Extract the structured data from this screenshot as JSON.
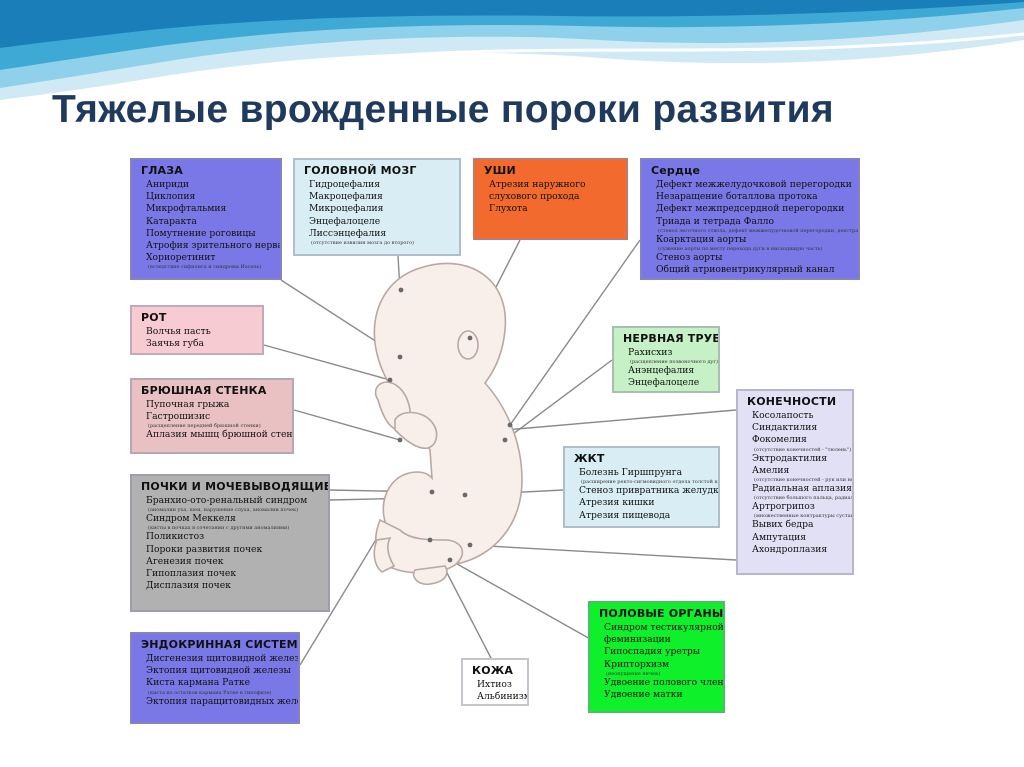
{
  "slide": {
    "title": "Тяжелые врожденные пороки развития"
  },
  "boxes": {
    "eyes": {
      "title": "ГЛАЗА",
      "items": [
        {
          "text": "Анириди"
        },
        {
          "text": "Циклопия"
        },
        {
          "text": "Микрофтальмия"
        },
        {
          "text": "Катаракта"
        },
        {
          "text": "Помутнение роговицы"
        },
        {
          "text": "Атрофия зрительного нерва"
        },
        {
          "text": "Хориоретинит",
          "note": "(вследствие сифилиса и синдрома Иасель)"
        }
      ]
    },
    "brain": {
      "title": "ГОЛОВНОЙ МОЗГ",
      "items": [
        {
          "text": "Гидроцефалия"
        },
        {
          "text": "Макроцефалия"
        },
        {
          "text": "Микроцефалия"
        },
        {
          "text": "Энцефалоцеле"
        },
        {
          "text": "Лиссэнцефалия",
          "note": "(отсутствие извилин мозга до второго)"
        }
      ]
    },
    "ears": {
      "title": "УШИ",
      "items": [
        {
          "text": "Атрезия наружного"
        },
        {
          "text": "слухового прохода"
        },
        {
          "text": "Глухота"
        }
      ]
    },
    "heart": {
      "title": "Сердце",
      "items": [
        {
          "text": "Дефект межжелудочковой перегородки"
        },
        {
          "text": "Незаращение боталлова протока"
        },
        {
          "text": "Дефект межпредсердной перегородки"
        },
        {
          "text": "Триада и тетрада Фалло",
          "note": "(стеноз легочного ствола, дефект межжелудочковой перегородки, декстрапозиция аорты, гипертрофия правого ж-ка)"
        },
        {
          "text": "Коарктация аорты",
          "note": "(сужение аорты по месту перехода дуги в нисходящую часть)"
        },
        {
          "text": "Стеноз аорты"
        },
        {
          "text": "Общий атриовентрикулярный канал"
        }
      ]
    },
    "mouth": {
      "title": "РОТ",
      "items": [
        {
          "text": "Волчья пасть"
        },
        {
          "text": "Заячья губа"
        }
      ]
    },
    "neural": {
      "title": "НЕРВНАЯ ТРУБКА",
      "items": [
        {
          "text": "Рахисхиз",
          "note": "(расщепление позвоночного дуг)"
        },
        {
          "text": "Анэнцефалия"
        },
        {
          "text": "Энцефалоцеле"
        }
      ]
    },
    "abdomen": {
      "title": "БРЮШНАЯ СТЕНКА",
      "items": [
        {
          "text": "Пупочная грыжа"
        },
        {
          "text": "Гастрошизис",
          "note": "(расщепление передней брюшной стенки)"
        },
        {
          "text": "Аплазия мышц брюшной стенки"
        }
      ]
    },
    "limbs": {
      "title": "КОНЕЧНОСТИ",
      "items": [
        {
          "text": "Косолапость"
        },
        {
          "text": "Синдактилия"
        },
        {
          "text": "Фокомелия",
          "note": "(отсутствие конечностей - \"тюлень\")"
        },
        {
          "text": "Эктродактилия"
        },
        {
          "text": "Амелия",
          "note": "(отсутствие конечностей - рук или ног)"
        },
        {
          "text": "Радиальная аплазия",
          "note": "(отсутствие большого пальца, радиальной кости)"
        },
        {
          "text": "Артрогрипоз",
          "note": "(множественные контрактуры суставов из-за поражения мышц)"
        },
        {
          "text": "Вывих бедра"
        },
        {
          "text": "Ампутация"
        },
        {
          "text": "Ахондроплазия"
        }
      ]
    },
    "gi": {
      "title": "ЖКТ",
      "items": [
        {
          "text": "Болезнь Гиршпрунга",
          "note": "(расширение ректо-сигмовидного отдела толстой кишки, отсутствие интрамуральных ганглиев, гипертрофия мышц)"
        },
        {
          "text": "Стеноз привратника желудка"
        },
        {
          "text": "Атрезия кишки"
        },
        {
          "text": "Атрезия пищевода"
        }
      ]
    },
    "kidney": {
      "title": "ПОЧКИ И МОЧЕВЫВОДЯЩИЕ ПУТИ",
      "items": [
        {
          "text": "Бранхио-ото-ренальный синдром",
          "note": "(аномалии уха, шеи, нарушение слуха, аномалии почек)"
        },
        {
          "text": "Синдром Меккеля",
          "note": "(кисты в почках в сочетании с другими аномалиями)"
        },
        {
          "text": "Поликистоз"
        },
        {
          "text": "Пороки развития почек"
        },
        {
          "text": "Агенезия почек"
        },
        {
          "text": "Гипоплазия почек"
        },
        {
          "text": "Дисплазия почек"
        }
      ]
    },
    "genital": {
      "title": "ПОЛОВЫЕ ОРГАНЫ",
      "items": [
        {
          "text": "Синдром тестикулярной"
        },
        {
          "text": "феминизации"
        },
        {
          "text": "Гипоспадия уретры"
        },
        {
          "text": "Крипторхизм",
          "note": "(неопущение яичек)"
        },
        {
          "text": "Удвоение полового члена"
        },
        {
          "text": "Удвоение матки"
        }
      ]
    },
    "endocrine": {
      "title": "ЭНДОКРИННАЯ СИСТЕМА",
      "items": [
        {
          "text": "Дисгенезия щитовидной железы"
        },
        {
          "text": "Эктопия щитовидной железы"
        },
        {
          "text": "Киста кармана Ратке",
          "note": "(киста из остатков кармана Ратке в гипофизе)"
        },
        {
          "text": "Эктопия паращитовидных желез"
        }
      ]
    },
    "skin": {
      "title": "КОЖА",
      "items": [
        {
          "text": "Ихтиоз"
        },
        {
          "text": "Альбинизм"
        }
      ]
    }
  }
}
